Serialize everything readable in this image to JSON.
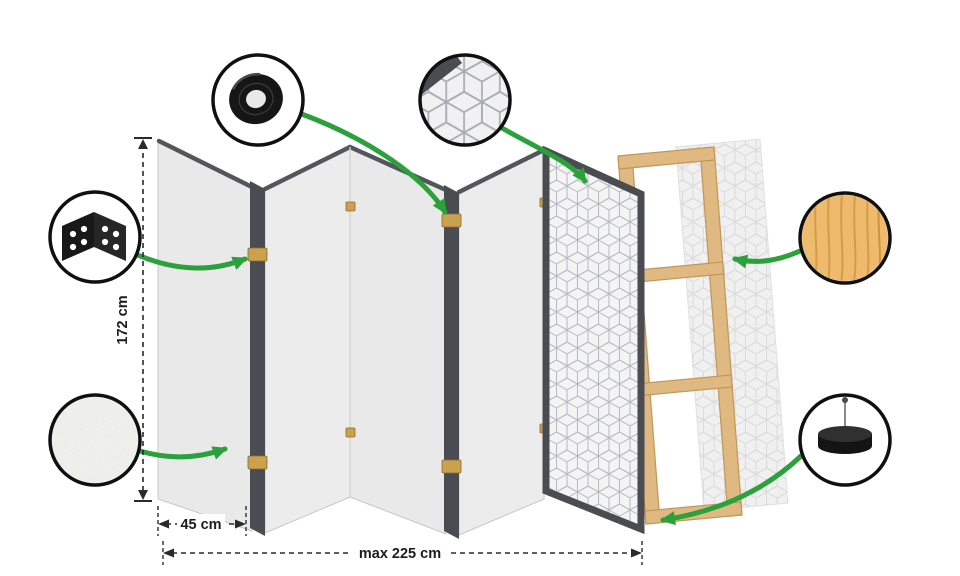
{
  "diagram": {
    "type": "room-divider-assembly-diagram",
    "labels": {
      "height": "172 cm",
      "panel_width": "45 cm",
      "max_width": "max 225 cm"
    },
    "callouts": [
      "adhesive-tape",
      "geometric-pattern-detail",
      "metal-hinge",
      "fleece-texture",
      "pine-wood",
      "felt-pad-with-pin"
    ],
    "colors": {
      "arrow_green": "#2aa13b",
      "panel_gray": "#e9e9e9",
      "panel_edge_dark": "#4b4c51",
      "wood_frame": "#dfb981",
      "hinge_brass": "#c9a14f",
      "pattern_line": "#b6b9be"
    }
  }
}
